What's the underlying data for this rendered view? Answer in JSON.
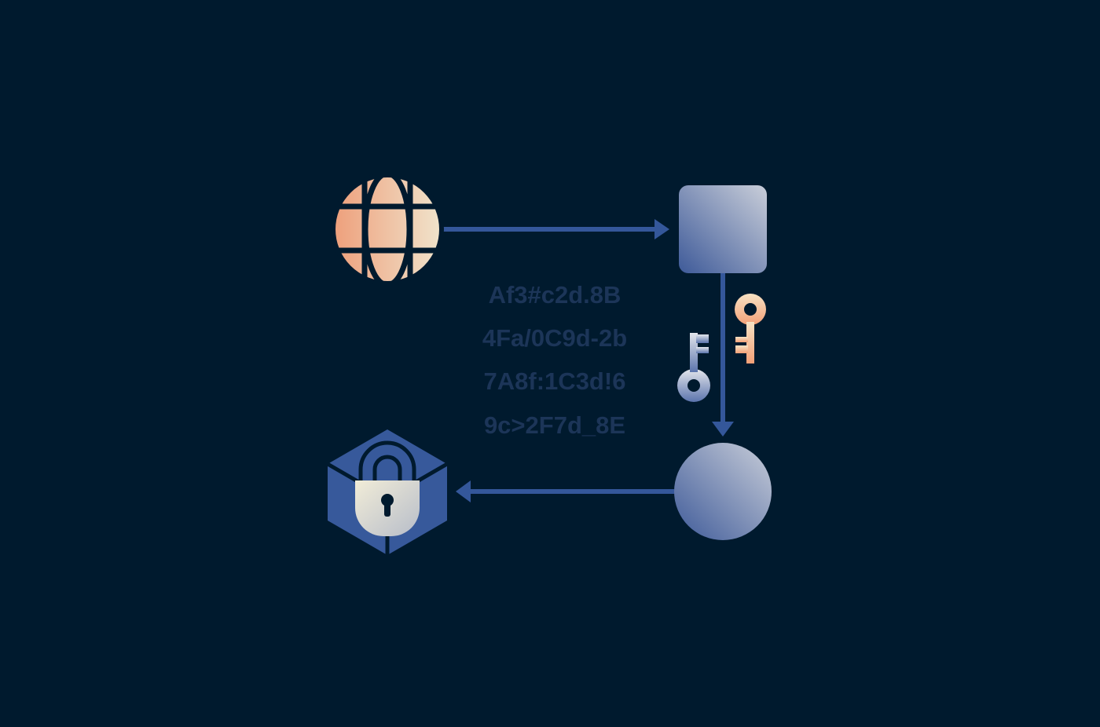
{
  "colors": {
    "background": "#001a2e",
    "connector": "#34579a",
    "globe_gradient_start": "#ee9f7b",
    "globe_gradient_end": "#f0e4cc",
    "node_gradient_start": "#3e5a99",
    "node_gradient_end": "#c9ced9",
    "key_orange": "#f3a077",
    "key_cream": "#f7e2c4",
    "key_blue": "#5b74ad",
    "key_light": "#e4e6ec",
    "vault_blue": "#37599b",
    "lock_gradient_start": "#f1ecd8",
    "lock_gradient_end": "#b7bdc9",
    "cipher_text": "#1c3558"
  },
  "icons": {
    "source": "globe-icon",
    "processor": "rounded-square-node",
    "output": "circle-node",
    "keys": [
      "key-icon",
      "key-icon"
    ],
    "destination": "vault-lock-icon"
  },
  "cipher": {
    "lines": [
      "Af3#c2d.8B",
      "4Fa/0C9d-2b",
      "7A8f:1C3d!6",
      "9c>2F7d_8E"
    ]
  }
}
